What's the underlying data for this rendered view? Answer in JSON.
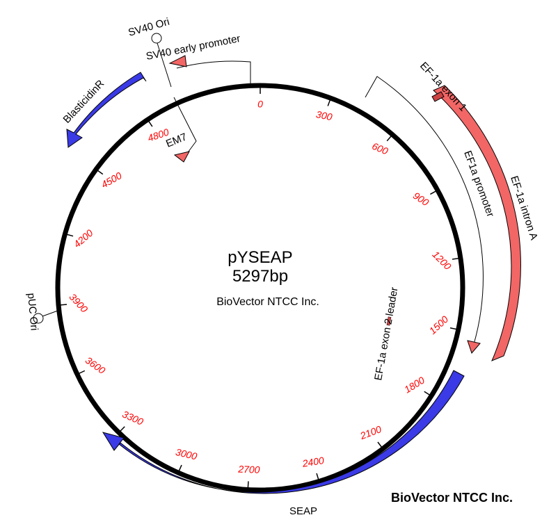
{
  "plasmid": {
    "name": "pYSEAP",
    "length_bp": 5297,
    "length_label": "5297bp",
    "company_center": "BioVector NTCC Inc.",
    "company_corner": "BioVector NTCC Inc."
  },
  "tick_labels": [
    "0",
    "300",
    "600",
    "900",
    "1200",
    "1500",
    "1800",
    "2100",
    "2400",
    "2700",
    "3000",
    "3300",
    "3600",
    "3900",
    "4200",
    "4500",
    "4800"
  ],
  "features": {
    "sv40_ori": "SV40 Ori",
    "sv40_promoter": "SV40 early promoter",
    "em7": "EM7",
    "blasticidin": "BlasticidinR",
    "ef1a_exon1": "EF-1a exon 1",
    "ef1a_intron": "EF-1a intron A",
    "ef1a_promoter": "EF1a promoter",
    "ef1a_exon2": "EF-1a exon 2 leader",
    "seap": "SEAP",
    "puc_ori": "pUC Ori"
  },
  "colors": {
    "tick_label": "#ff0000",
    "blue_feature": "#3a3ae6",
    "red_feature": "#f26666",
    "backbone": "#000000"
  }
}
